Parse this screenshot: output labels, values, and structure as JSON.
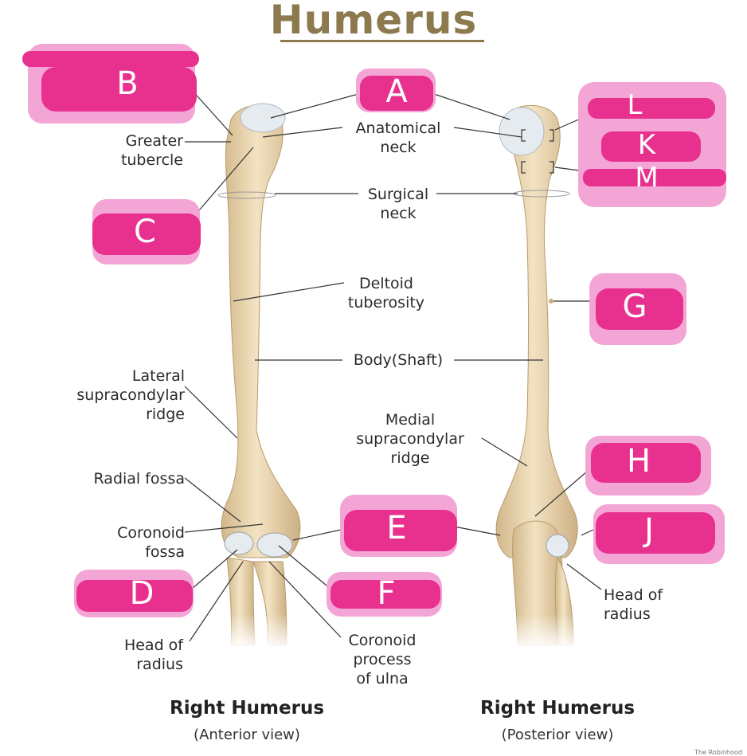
{
  "title": "Humerus",
  "labels": {
    "greater_tubercle": [
      "Greater",
      "tubercle"
    ],
    "anatomical_neck": [
      "Anatomical",
      "neck"
    ],
    "surgical_neck": [
      "Surgical",
      "neck"
    ],
    "deltoid_tuberosity": [
      "Deltoid",
      "tuberosity"
    ],
    "body_shaft": "Body(Shaft)",
    "lateral_ridge": [
      "Lateral",
      "supracondylar",
      "ridge"
    ],
    "medial_ridge": [
      "Medial",
      "supracondylar",
      "ridge"
    ],
    "radial_fossa": "Radial fossa",
    "coronoid_fossa": [
      "Coronoid",
      "fossa"
    ],
    "head_of_radius_left": [
      "Head of",
      "radius"
    ],
    "coronoid_process": [
      "Coronoid",
      "process",
      "of ulna"
    ],
    "head_of_radius_right": [
      "Head of",
      "radius"
    ]
  },
  "tags": {
    "A": "A",
    "B": "B",
    "C": "C",
    "D": "D",
    "E": "E",
    "F": "F",
    "G": "G",
    "H": "H",
    "J": "J",
    "K": "K",
    "L": "L",
    "M": "M"
  },
  "captions": {
    "left_title": "Right Humerus",
    "left_sub": "(Anterior view)",
    "right_title": "Right Humerus",
    "right_sub": "(Posterior view)"
  },
  "credit": "The Robinhood"
}
